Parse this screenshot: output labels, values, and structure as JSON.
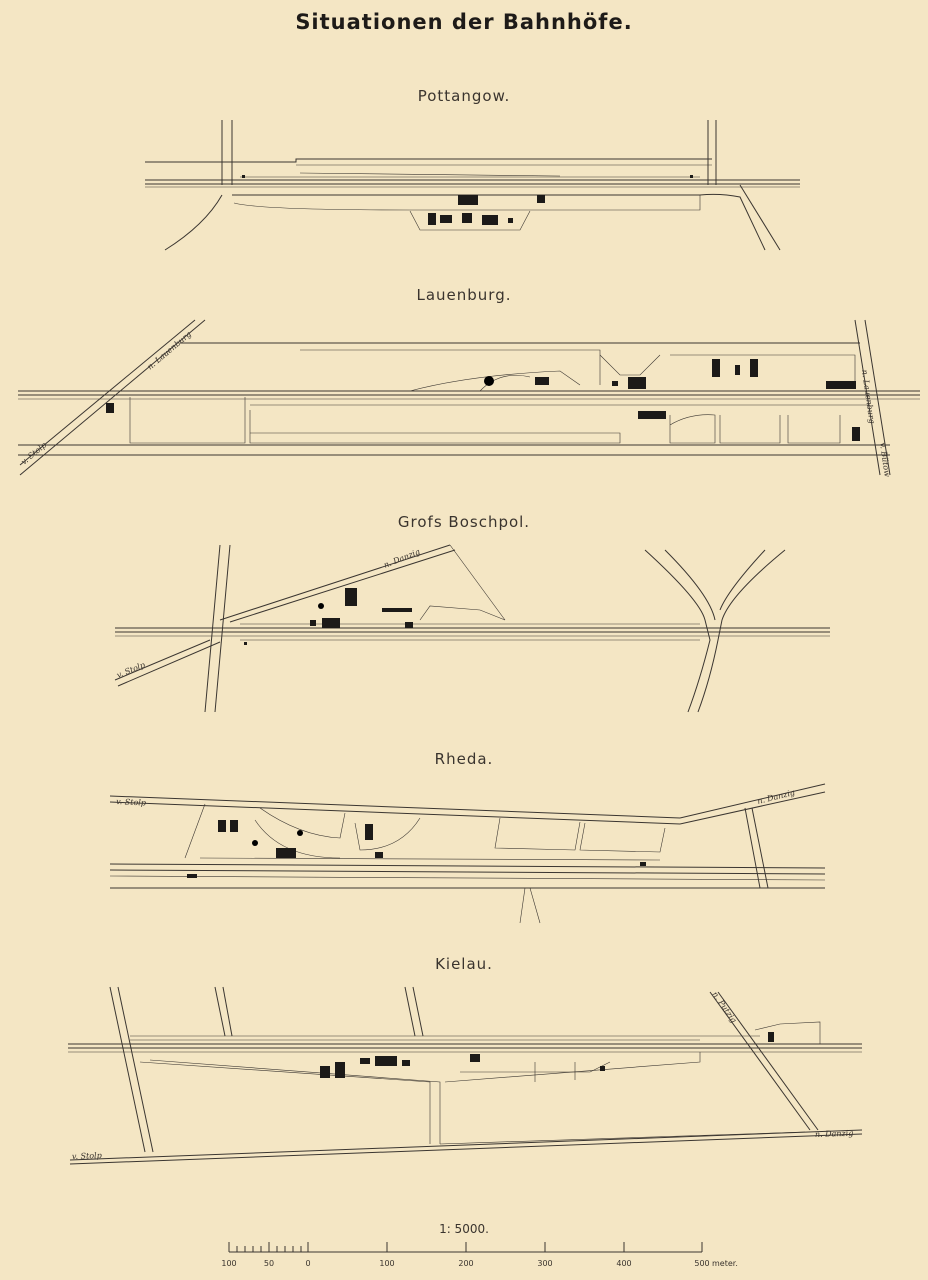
{
  "title": "Situationen der Bahnhöfe.",
  "stations": [
    {
      "name": "Pottangow.",
      "road_labels": []
    },
    {
      "name": "Lauenburg.",
      "road_labels": [
        "n. Lauenburg",
        "v. Stolp",
        "n. Lauenburg",
        "v. Bütow"
      ]
    },
    {
      "name": "Grofs Boschpol.",
      "road_labels": [
        "n. Danzig",
        "v. Stolp"
      ]
    },
    {
      "name": "Rheda.",
      "road_labels": [
        "v. Stolp",
        "n. Danzig"
      ]
    },
    {
      "name": "Kielau.",
      "road_labels": [
        "n. Putzig",
        "v. Stolp",
        "n. Danzig"
      ]
    }
  ],
  "scale": {
    "label": "1: 5000.",
    "unit": "meter.",
    "ticks": [
      "100",
      "50",
      "0",
      "100",
      "200",
      "300",
      "400",
      "500"
    ]
  },
  "colors": {
    "paper": "#f4e6c4",
    "ink": "#1c1a18"
  }
}
